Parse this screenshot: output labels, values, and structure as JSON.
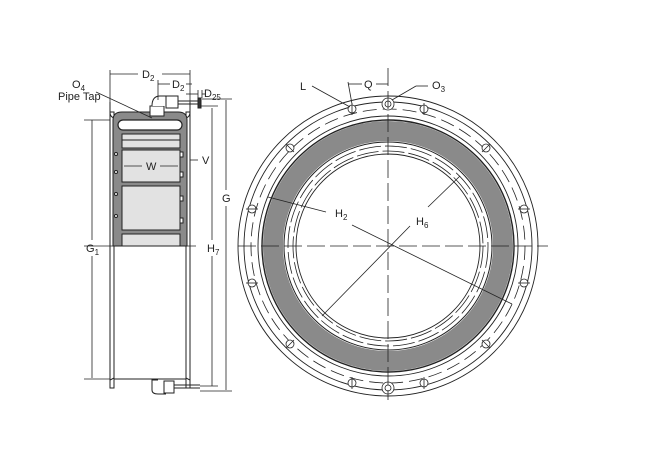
{
  "diagram": {
    "title": "Clutch element drawing: side section and front view",
    "side_view": {
      "labels": {
        "o4": "O",
        "o4_sub": "4",
        "pipe_tap": "Pipe Tap",
        "d2_outer": "D",
        "d2_outer_sub": "2",
        "d2_inner": "D",
        "d2_inner_sub": "2",
        "d25": "D",
        "d25_sub": "25",
        "w": "W",
        "v": "V",
        "g": "G",
        "g1": "G",
        "g1_sub": "1",
        "h7": "H",
        "h7_sub": "7"
      }
    },
    "front_view": {
      "labels": {
        "l": "L",
        "q": "Q",
        "o3": "O",
        "o3_sub": "3",
        "h2": "H",
        "h2_sub": "2",
        "h6": "H",
        "h6_sub": "6"
      }
    },
    "colors": {
      "line": "#222222",
      "gray_fill": "#8a8a8a",
      "light_fill": "#e2e2e2",
      "background": "#ffffff"
    }
  }
}
